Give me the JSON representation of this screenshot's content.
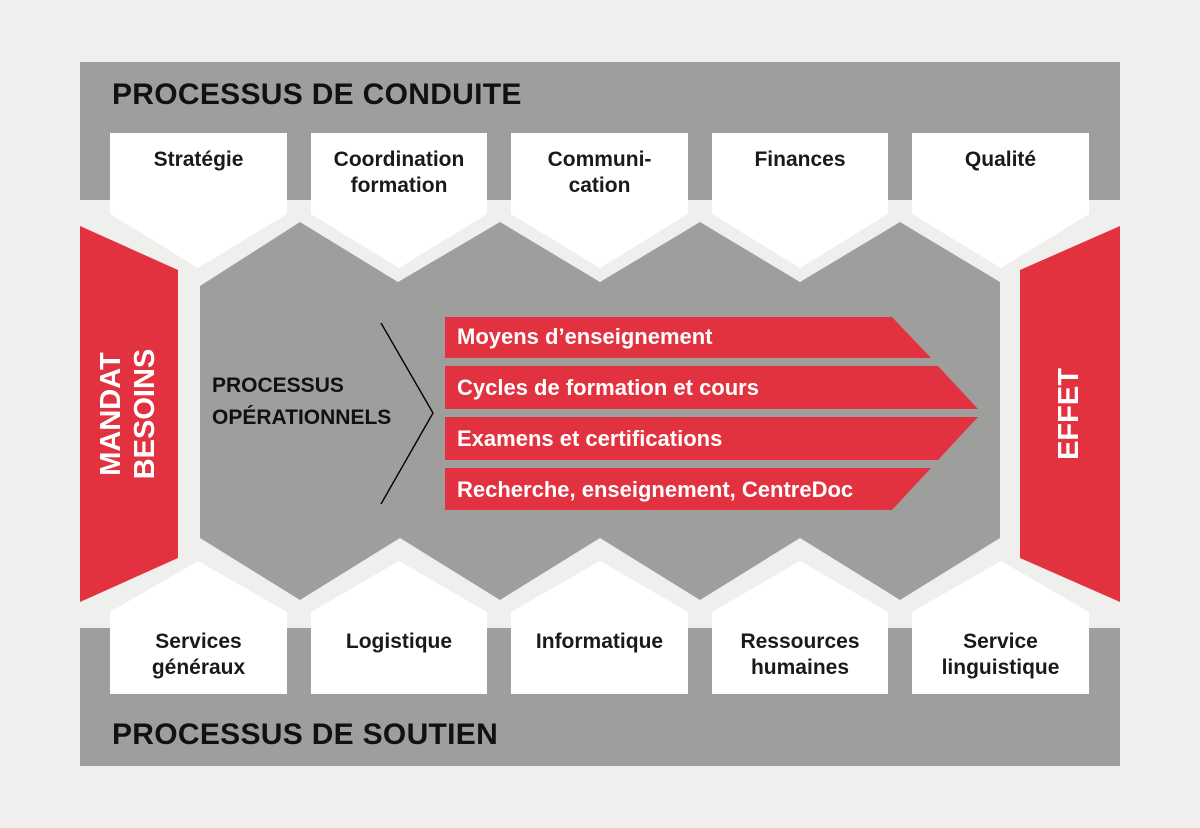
{
  "colors": {
    "gray": "#9e9e9d",
    "red": "#e3323f",
    "white": "#ffffff",
    "background": "#efefed",
    "stroke": "#000000"
  },
  "header_top": "PROCESSUS DE CONDUITE",
  "header_bottom": "PROCESSUS DE SOUTIEN",
  "top_boxes": [
    {
      "label": "Stratégie"
    },
    {
      "label": "Coordination\nformation"
    },
    {
      "label": "Communi-\ncation"
    },
    {
      "label": "Finances"
    },
    {
      "label": "Qualité"
    }
  ],
  "bottom_boxes": [
    {
      "label": "Services\ngénéraux"
    },
    {
      "label": "Logistique"
    },
    {
      "label": "Informatique"
    },
    {
      "label": "Ressources\nhumaines"
    },
    {
      "label": "Service\nlinguistique"
    }
  ],
  "operational_label": "PROCESSUS\nOPÉRATIONNELS",
  "bars": [
    {
      "label": "Moyens d’enseignement"
    },
    {
      "label": "Cycles de formation et cours"
    },
    {
      "label": "Examens et certifications"
    },
    {
      "label": "Recherche, enseignement, CentreDoc"
    }
  ],
  "left_label": "MANDAT\nBESOINS",
  "right_label": "EFFET",
  "icons": {
    "chevron": "chevron-right-icon"
  }
}
